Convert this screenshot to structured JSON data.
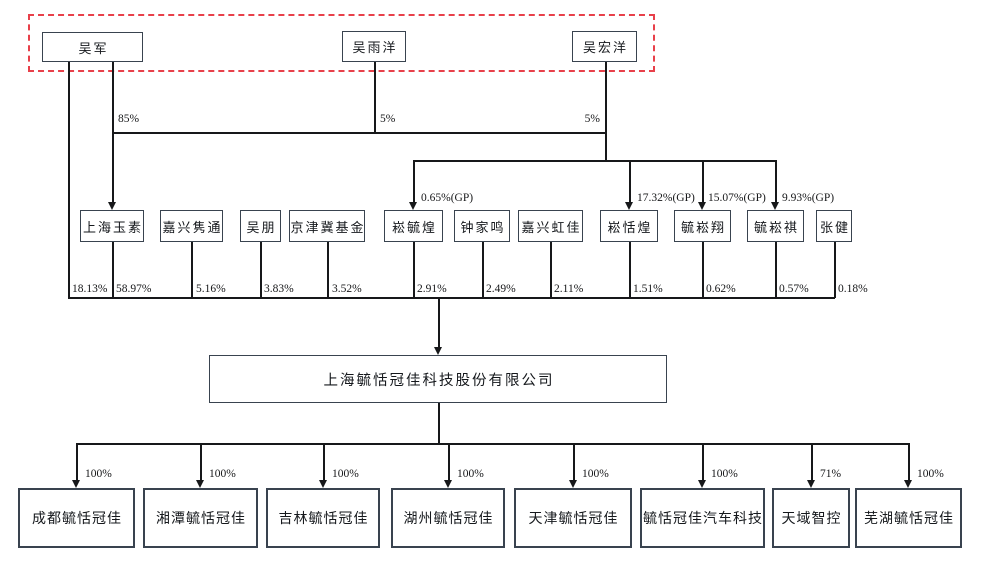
{
  "top_owners": {
    "names": [
      "吴军",
      "吴雨洋",
      "吴宏洋"
    ],
    "stakes": [
      "85%",
      "5%",
      "5%"
    ]
  },
  "shareholders": {
    "direct_stake": "18.13%",
    "holders": [
      {
        "name": "上海玉素",
        "stake": "58.97%"
      },
      {
        "name": "嘉兴隽通",
        "stake": "5.16%"
      },
      {
        "name": "吴朋",
        "stake": "3.83%"
      },
      {
        "name": "京津冀基金",
        "stake": "3.52%"
      },
      {
        "name": "崧毓煌",
        "stake": "2.91%",
        "gp_stake": "0.65%(GP)"
      },
      {
        "name": "钟家鸣",
        "stake": "2.49%"
      },
      {
        "name": "嘉兴虹佳",
        "stake": "2.11%"
      },
      {
        "name": "崧恬煌",
        "stake": "1.51%",
        "gp_stake": "17.32%(GP)"
      },
      {
        "name": "毓崧翔",
        "stake": "0.62%",
        "gp_stake": "15.07%(GP)"
      },
      {
        "name": "毓崧祺",
        "stake": "0.57%",
        "gp_stake": "9.93%(GP)"
      },
      {
        "name": "张健",
        "stake": "0.18%"
      }
    ]
  },
  "company": {
    "name": "上海毓恬冠佳科技股份有限公司"
  },
  "subsidiaries": [
    {
      "name": "成都毓恬冠佳",
      "stake": "100%"
    },
    {
      "name": "湘潭毓恬冠佳",
      "stake": "100%"
    },
    {
      "name": "吉林毓恬冠佳",
      "stake": "100%"
    },
    {
      "name": "湖州毓恬冠佳",
      "stake": "100%"
    },
    {
      "name": "天津毓恬冠佳",
      "stake": "100%"
    },
    {
      "name": "毓恬冠佳汽车科技",
      "stake": "100%"
    },
    {
      "name": "天域智控",
      "stake": "71%"
    },
    {
      "name": "芜湖毓恬冠佳",
      "stake": "100%"
    }
  ],
  "colors": {
    "controller_outline": "#e8404a",
    "connector_line": "#17181a",
    "box_border": "#39434f"
  }
}
